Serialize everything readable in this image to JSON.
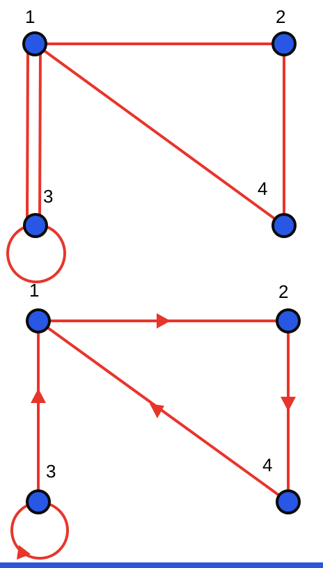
{
  "colors": {
    "edge": "#e8352b",
    "node_fill": "#2857e6",
    "node_stroke": "#0a0a0a",
    "label": "#000000",
    "bottom_bar": "#2c57d6"
  },
  "undirected_graph": {
    "nodes": [
      {
        "id": "1",
        "label": "1"
      },
      {
        "id": "2",
        "label": "2"
      },
      {
        "id": "3",
        "label": "3"
      },
      {
        "id": "4",
        "label": "4"
      }
    ],
    "edges": [
      {
        "from": "1",
        "to": "2"
      },
      {
        "from": "1",
        "to": "3"
      },
      {
        "from": "1",
        "to": "3"
      },
      {
        "from": "1",
        "to": "4"
      },
      {
        "from": "2",
        "to": "4"
      },
      {
        "from": "3",
        "to": "3",
        "loop": true
      }
    ]
  },
  "directed_graph": {
    "nodes": [
      {
        "id": "1",
        "label": "1"
      },
      {
        "id": "2",
        "label": "2"
      },
      {
        "id": "3",
        "label": "3"
      },
      {
        "id": "4",
        "label": "4"
      }
    ],
    "edges": [
      {
        "from": "1",
        "to": "2"
      },
      {
        "from": "2",
        "to": "4"
      },
      {
        "from": "4",
        "to": "1"
      },
      {
        "from": "3",
        "to": "1"
      },
      {
        "from": "3",
        "to": "3",
        "loop": true
      }
    ]
  }
}
